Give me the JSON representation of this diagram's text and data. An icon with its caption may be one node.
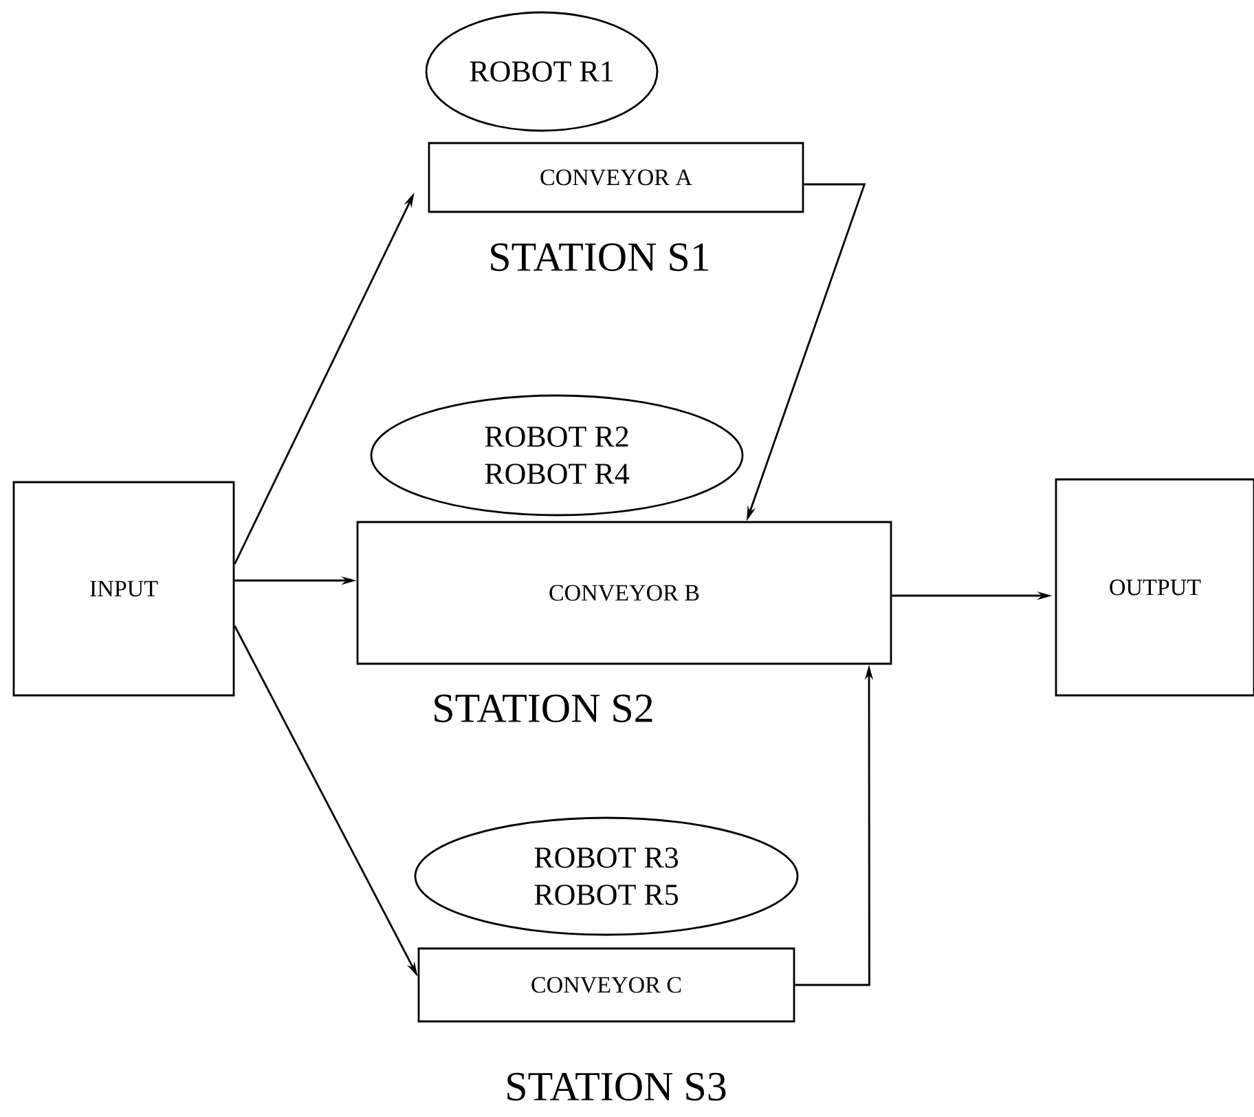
{
  "diagram": {
    "nodes": [
      {
        "text": [
          "INPUT"
        ]
      },
      {
        "text": [
          "ROBOT R1"
        ]
      },
      {
        "text": [
          "CONVEYOR A"
        ],
        "beside": [
          "STATION S1"
        ]
      },
      {
        "text": [
          "ROBOT R2",
          "ROBOT R4"
        ]
      },
      {
        "text": [
          "CONVEYOR B"
        ],
        "beside": [
          "STATION S2"
        ]
      },
      {
        "text": [
          "ROBOT R3",
          "ROBOT R5"
        ]
      },
      {
        "text": [
          "CONVEYOR C"
        ],
        "beside": [
          "STATION S3"
        ]
      },
      {
        "text": [
          "OUTPUT"
        ]
      }
    ],
    "edges": [
      {
        "from": 0,
        "to": 2,
        "arrow": "to"
      },
      {
        "from": 0,
        "to": 4,
        "arrow": "to"
      },
      {
        "from": 0,
        "to": 6,
        "arrow": "to"
      },
      {
        "from": 2,
        "to": 4,
        "arrow": "to"
      },
      {
        "from": 6,
        "to": 4,
        "arrow": "to"
      },
      {
        "from": 4,
        "to": 7,
        "arrow": "to"
      }
    ]
  }
}
